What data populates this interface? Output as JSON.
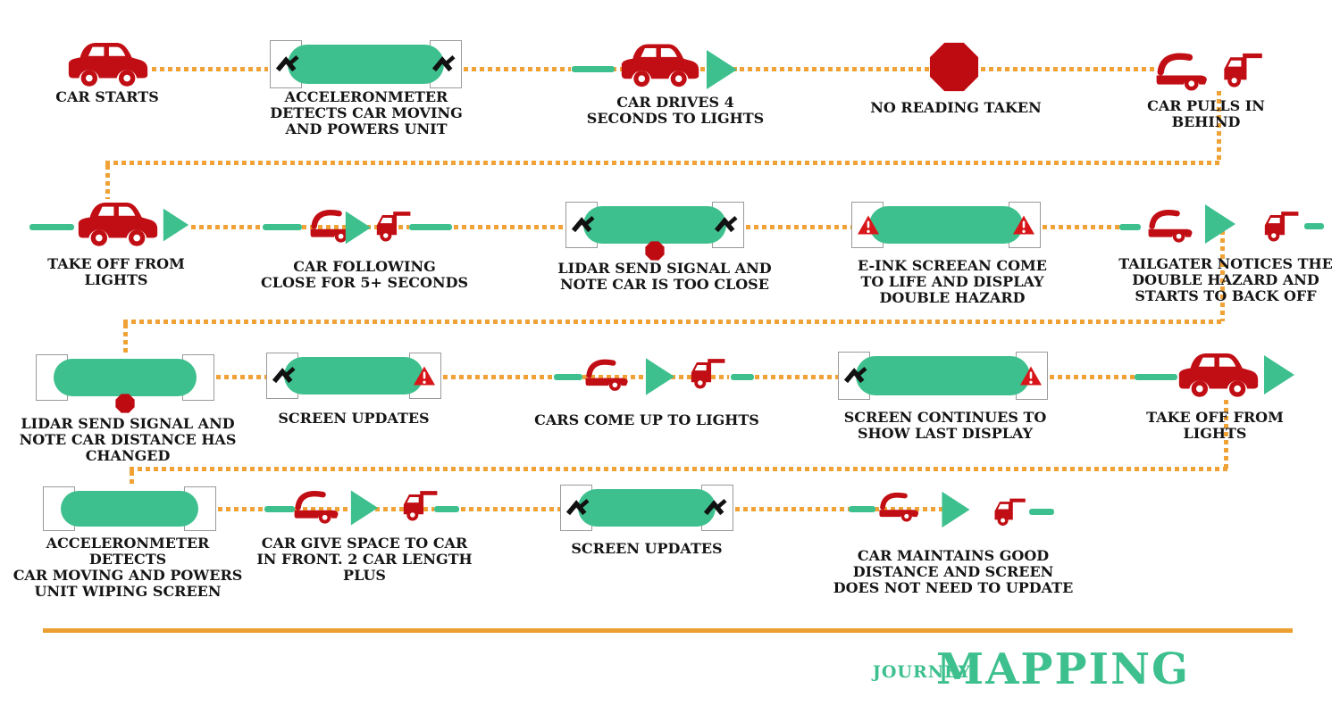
{
  "colors": {
    "accent_green": "#3EC08E",
    "accent_orange": "#F0A236",
    "icon_red": "#C10E14",
    "warning_red": "#D8161A",
    "stop_red": "#BE0B11",
    "text": "#151515"
  },
  "icons": [
    "car-icon",
    "car-hood-open-icon",
    "truck-icon",
    "play-triangle-icon",
    "chevron-sensor-icon",
    "warning-triangle-icon",
    "stop-octagon-icon",
    "green-dash-icon"
  ],
  "rows": [
    {
      "steps": [
        {
          "id": "car-starts",
          "label": "CAR STARTS"
        },
        {
          "id": "accelerometer-detects",
          "label": "ACCELERONMETER\nDETECTS CAR MOVING\nAND POWERS UNIT"
        },
        {
          "id": "car-drives-4s",
          "label": "CAR DRIVES 4\nSECONDS TO LIGHTS"
        },
        {
          "id": "no-reading",
          "label": "NO READING TAKEN"
        },
        {
          "id": "car-pulls-in",
          "label": "CAR PULLS IN\nBEHIND"
        }
      ]
    },
    {
      "steps": [
        {
          "id": "take-off-1",
          "label": "TAKE OFF FROM\nLIGHTS"
        },
        {
          "id": "car-following",
          "label": "CAR FOLLOWING\nCLOSE FOR 5+ SECONDS"
        },
        {
          "id": "lidar-too-close",
          "label": "LIDAR SEND SIGNAL AND\nNOTE CAR IS TOO CLOSE"
        },
        {
          "id": "eink-double-hazard",
          "label": "E-INK SCREEAN COME\nTO LIFE AND DISPLAY\nDOUBLE HAZARD"
        },
        {
          "id": "tailgater-backs-off",
          "label": "TAILGATER NOTICES THE\nDOUBLE HAZARD AND\nSTARTS TO BACK OFF"
        }
      ]
    },
    {
      "steps": [
        {
          "id": "lidar-distance-changed",
          "label": "LIDAR SEND SIGNAL AND\nNOTE CAR DISTANCE HAS\nCHANGED"
        },
        {
          "id": "screen-updates-1",
          "label": "SCREEN UPDATES"
        },
        {
          "id": "cars-up-to-lights",
          "label": "CARS COME UP TO LIGHTS"
        },
        {
          "id": "screen-last-display",
          "label": "SCREEN CONTINUES TO\nSHOW LAST DISPLAY"
        },
        {
          "id": "take-off-2",
          "label": "TAKE OFF FROM\nLIGHTS"
        }
      ]
    },
    {
      "steps": [
        {
          "id": "accelerometer-wiping",
          "label": "ACCELERONMETER DETECTS\nCAR MOVING AND POWERS\nUNIT WIPING SCREEN"
        },
        {
          "id": "car-give-space",
          "label": "CAR GIVE SPACE TO CAR\nIN FRONT. 2 CAR LENGTH\nPLUS"
        },
        {
          "id": "screen-updates-2",
          "label": "SCREEN UPDATES"
        },
        {
          "id": "car-maintains",
          "label": "CAR MAINTAINS GOOD\nDISTANCE AND SCREEN\nDOES NOT NEED TO UPDATE"
        }
      ]
    }
  ],
  "footer": {
    "journey_label": "JOURNEY",
    "mapping_label": "MAPPING"
  }
}
